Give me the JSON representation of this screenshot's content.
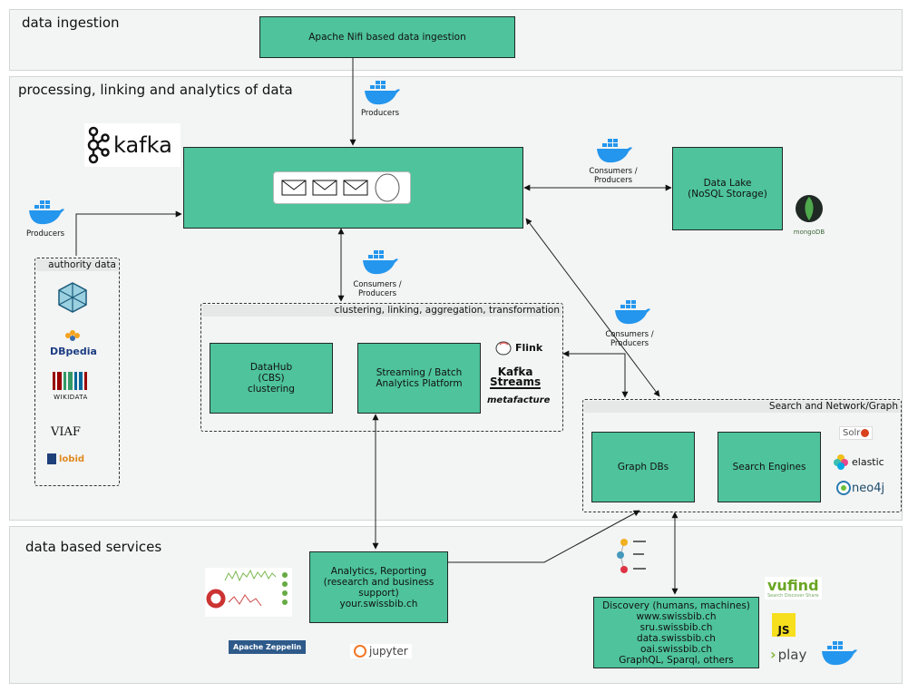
{
  "sections": {
    "ingestion": "data ingestion",
    "processing": "processing, linking and analytics of data",
    "services": "data based services"
  },
  "boxes": {
    "nifi": "Apache Nifi based data ingestion",
    "datalake_line1": "Data Lake",
    "datalake_line2": "(NoSQL Storage)",
    "datahub_line1": "DataHub",
    "datahub_line2": "(CBS)",
    "datahub_line3": "clustering",
    "streaming_line1": "Streaming / Batch",
    "streaming_line2": "Analytics Platform",
    "graphdbs": "Graph DBs",
    "search": "Search Engines",
    "analytics_line1": "Analytics, Reporting",
    "analytics_line2": "(research and business",
    "analytics_line3": "support)",
    "analytics_line4": "your.swissbib.ch",
    "discovery_lines": [
      "Discovery  (humans, machines)",
      "www.swissbib.ch",
      "sru.swissbib.ch",
      "data.swissbib.ch",
      "oai.swissbib.ch",
      "GraphQL, Sparql, others"
    ]
  },
  "groups": {
    "authority": "authority data",
    "clustering": "clustering, linking, aggregation, transformation",
    "searchnet": "Search and Network/Graph"
  },
  "labels": {
    "producers_top": "Producers",
    "producers_left": "Producers",
    "consumers_datalake_1": "Consumers /",
    "consumers_datalake_2": "Producers",
    "consumers_mid_1": "Consumers /",
    "consumers_mid_2": "Producers",
    "consumers_right_1": "Consumers /",
    "consumers_right_2": "Producers"
  },
  "logos": {
    "kafka": "kafka",
    "mongodb": "mongoDB",
    "dbpedia": "DBpedia",
    "wikidata": "WIKIDATA",
    "viaf": "VIAF",
    "lobid": "lobid",
    "flink": "Flink",
    "kafka_streams_1": "Kafka",
    "kafka_streams_2": "Streams",
    "metafacture": "metafacture",
    "solr": "Solr",
    "elastic": "elastic",
    "neo4j": "neo4j",
    "zeppelin": "Apache Zeppelin",
    "jupyter": "jupyter",
    "vufind": "vufind",
    "vufind_sub": "Search Discover Share",
    "js": "JS",
    "play": "play"
  },
  "colors": {
    "box": "#4ec39c",
    "band": "#f3f4f4",
    "docker": "#2496ed"
  }
}
